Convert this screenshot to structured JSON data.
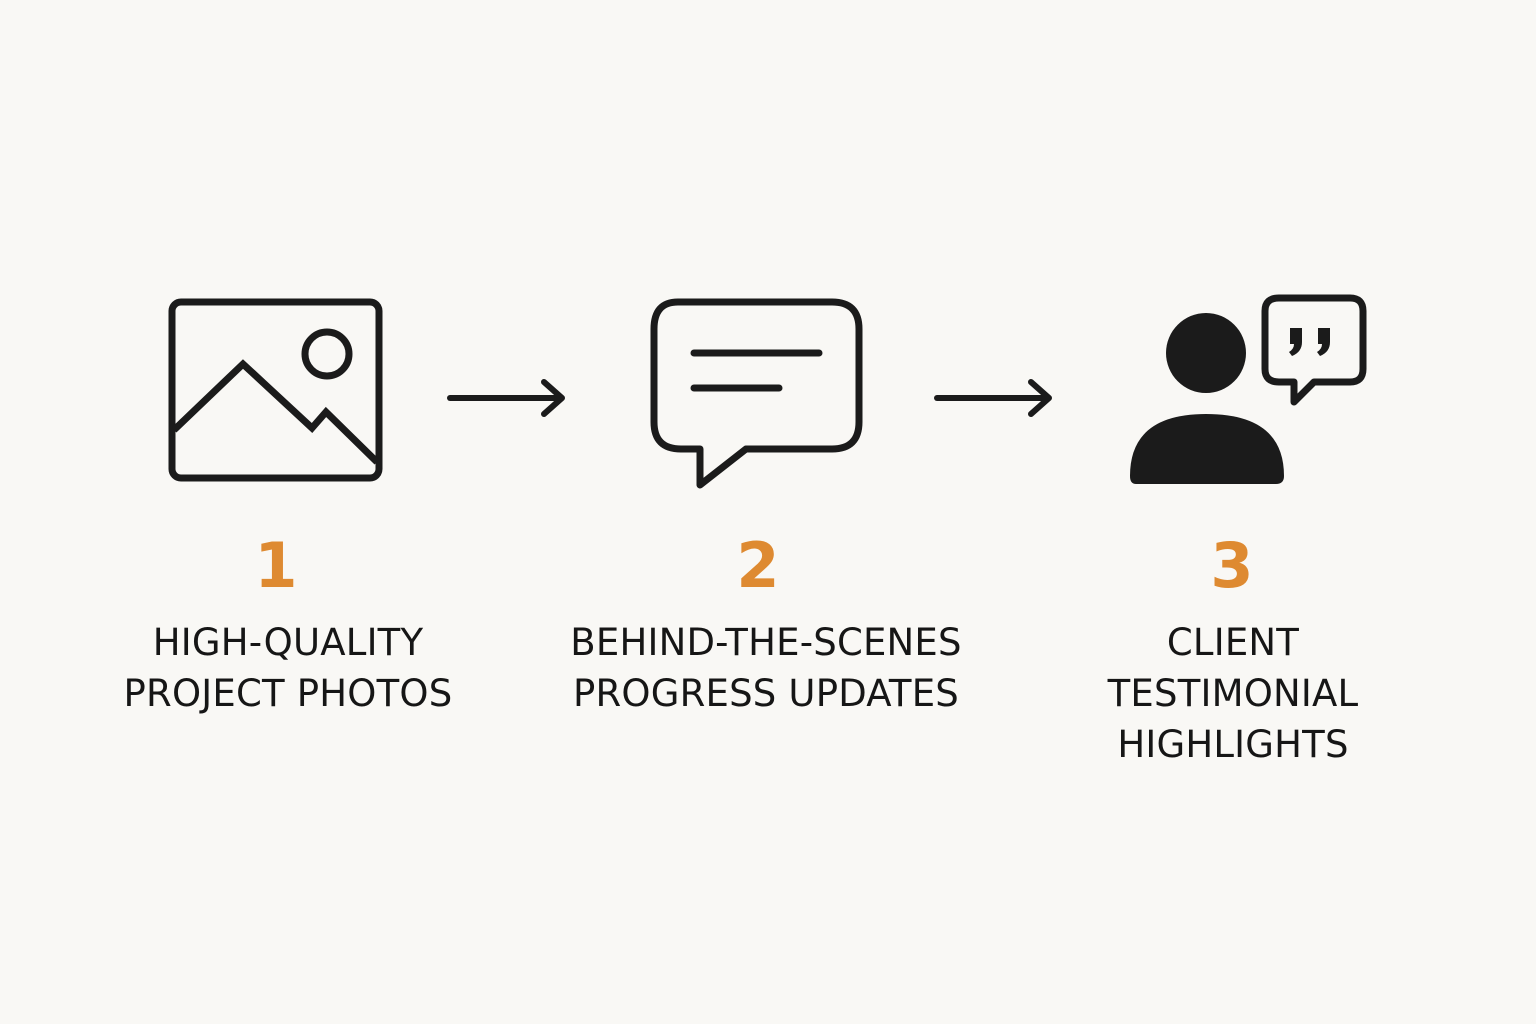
{
  "colors": {
    "background": "#f9f8f5",
    "icon": "#1b1b1b",
    "number_accent": "#de8a31",
    "label": "#161616"
  },
  "steps": [
    {
      "number": "1",
      "icon": "image-icon",
      "label_lines": [
        "HIGH-QUALITY",
        "PROJECT PHOTOS"
      ]
    },
    {
      "number": "2",
      "icon": "chat-bubble-icon",
      "label_lines": [
        "BEHIND-THE-SCENES",
        "PROGRESS UPDATES"
      ]
    },
    {
      "number": "3",
      "icon": "person-testimonial-icon",
      "label_lines": [
        "CLIENT",
        "TESTIMONIAL",
        "HIGHLIGHTS"
      ]
    }
  ],
  "connectors": [
    "arrow-right-icon",
    "arrow-right-icon"
  ]
}
